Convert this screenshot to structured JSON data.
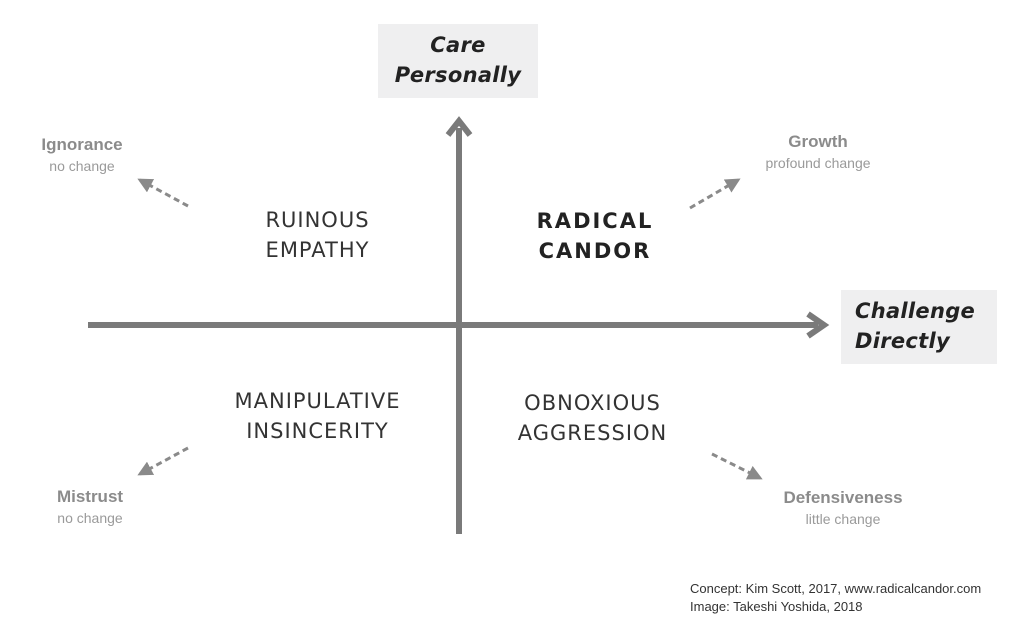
{
  "axes": {
    "vertical": {
      "line1": "Care",
      "line2": "Personally"
    },
    "horizontal": {
      "line1": "Challenge",
      "line2": "Directly"
    }
  },
  "quadrants": {
    "top_left": {
      "line1": "RUINOUS",
      "line2": "EMPATHY"
    },
    "top_right": {
      "line1": "RADICAL",
      "line2": "CANDOR"
    },
    "bottom_left": {
      "line1": "MANIPULATIVE",
      "line2": "INSINCERITY"
    },
    "bottom_right": {
      "line1": "OBNOXIOUS",
      "line2": "AGGRESSION"
    }
  },
  "outcomes": {
    "top_left": {
      "title": "Ignorance",
      "sub": "no change"
    },
    "top_right": {
      "title": "Growth",
      "sub": "profound change"
    },
    "bottom_left": {
      "title": "Mistrust",
      "sub": "no change"
    },
    "bottom_right": {
      "title": "Defensiveness",
      "sub": "little change"
    }
  },
  "credits": {
    "concept": "Concept: Kim Scott, 2017, www.radicalcandor.com",
    "image": "Image: Takeshi Yoshida, 2018"
  },
  "colors": {
    "axis": "#7a7a7a",
    "dashed_arrow": "#8a8a8a",
    "box_bg": "#efeff0"
  }
}
